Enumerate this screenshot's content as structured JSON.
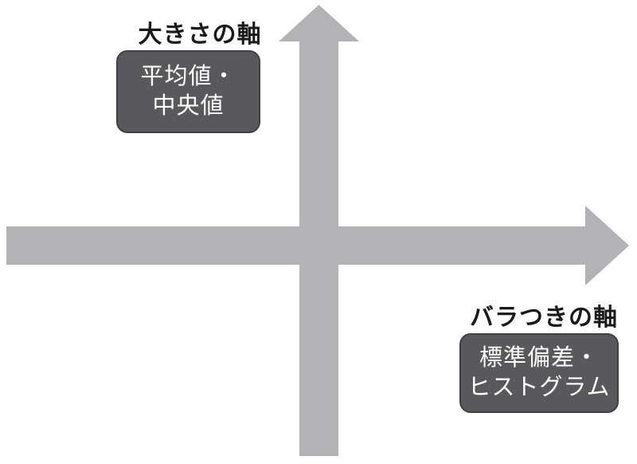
{
  "colors": {
    "background": "#ffffff",
    "arrow": "#b1b3b6",
    "box_fill": "#58595c",
    "box_border": "#404145",
    "box_text": "#ffffff",
    "title_text": "#1a1a1a"
  },
  "vertical_axis": {
    "title": "大きさの軸",
    "box": {
      "line1": "平均値・",
      "line2": "中央値"
    }
  },
  "horizontal_axis": {
    "title": "バラつきの軸",
    "box": {
      "line1": "標準偏差・",
      "line2": "ヒストグラム"
    }
  }
}
